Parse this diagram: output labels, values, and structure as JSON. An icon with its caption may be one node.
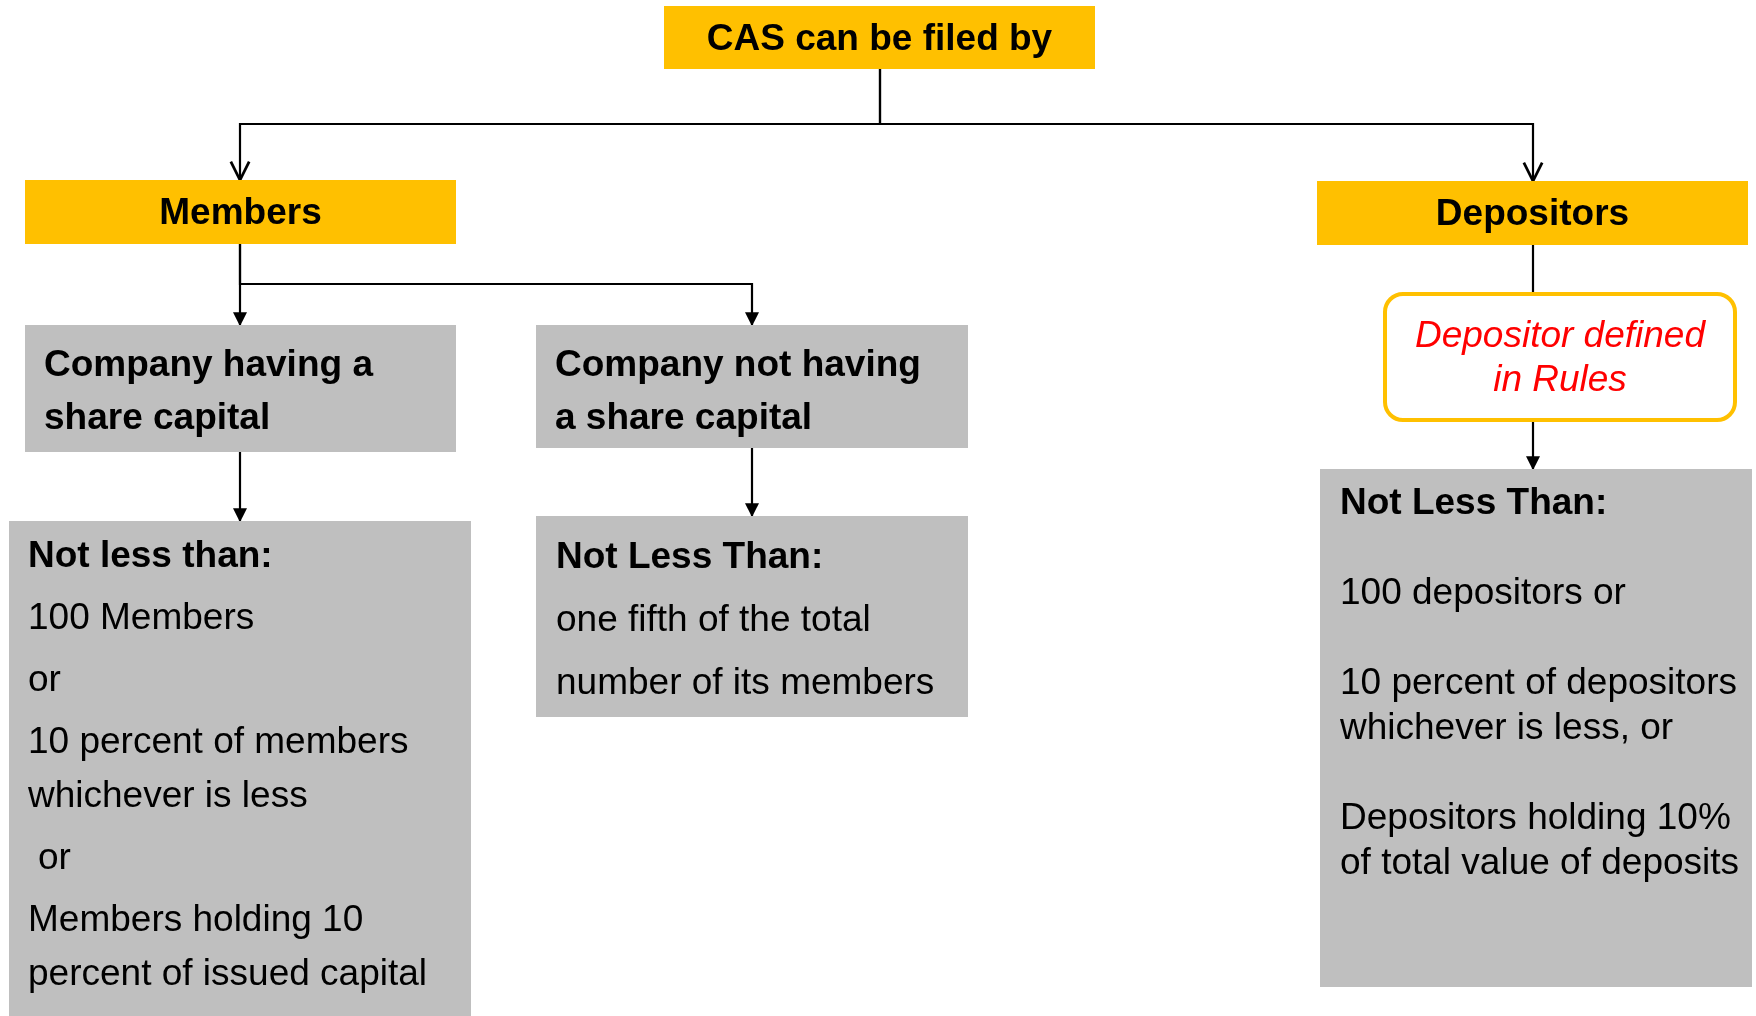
{
  "diagram": {
    "nodes": [
      {
        "text": [
          "CAS can be filed by"
        ]
      },
      {
        "text": [
          "Members"
        ]
      },
      {
        "text": [
          "Depositors"
        ]
      },
      {
        "text": [
          "Company having a share capital"
        ]
      },
      {
        "text": [
          "Company not having a share capital"
        ]
      },
      {
        "text": [
          "Depositor defined in Rules"
        ]
      },
      {
        "text": [
          "Not less than:",
          "100 Members",
          "or",
          "10 percent of members whichever is less",
          "or",
          "Members holding 10 percent of issued capital"
        ]
      },
      {
        "text": [
          "Not Less Than:",
          "one fifth of the total number of its members"
        ]
      },
      {
        "text": [
          "Not Less Than:",
          "100 depositors or",
          "10 percent of depositors whichever is less, or",
          "Depositors holding 10% of total value of deposits"
        ]
      }
    ],
    "edges": [
      {
        "from": 0,
        "to": 1,
        "arrow": "to"
      },
      {
        "from": 0,
        "to": 2,
        "arrow": "to"
      },
      {
        "from": 1,
        "to": 3,
        "arrow": "to"
      },
      {
        "from": 1,
        "to": 4,
        "arrow": "to"
      },
      {
        "from": 3,
        "to": 6,
        "arrow": "to"
      },
      {
        "from": 4,
        "to": 7,
        "arrow": "to"
      },
      {
        "from": 2,
        "to": 5,
        "arrow": "none"
      },
      {
        "from": 5,
        "to": 8,
        "arrow": "to"
      }
    ]
  }
}
